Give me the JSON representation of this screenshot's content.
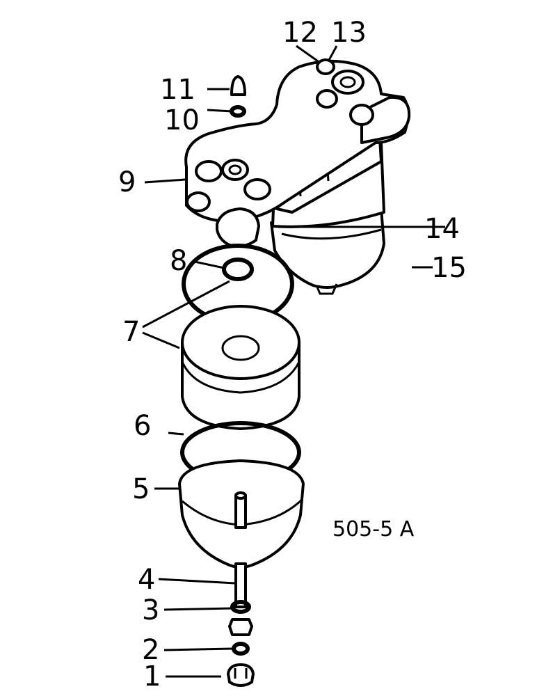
{
  "drawing_code": "505-5 A",
  "callouts": {
    "c1": "1",
    "c2": "2",
    "c3": "3",
    "c4": "4",
    "c5": "5",
    "c6": "6",
    "c7": "7",
    "c8": "8",
    "c9": "9",
    "c10": "10",
    "c11": "11",
    "c12": "12",
    "c13": "13",
    "c14": "14",
    "c15": "15"
  }
}
